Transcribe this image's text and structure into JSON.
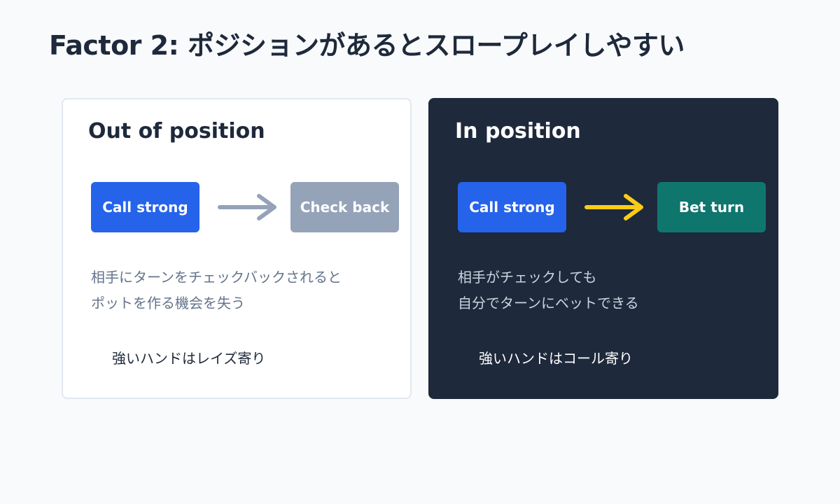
{
  "title": "Factor 2: ポジションがあるとスロープレイしやすい",
  "cards": {
    "oop": {
      "title": "Out of position",
      "from_label": "Call strong",
      "to_label": "Check back",
      "desc_line1": "相手にターンをチェックバックされると",
      "desc_line2": "ポットを作る機会を失う",
      "note": "強いハンドはレイズ寄り",
      "from_color": "#2563eb",
      "to_color": "#94a3b8",
      "arrow_color": "#94a3b8"
    },
    "ip": {
      "title": "In position",
      "from_label": "Call strong",
      "to_label": "Bet turn",
      "desc_line1": "相手がチェックしても",
      "desc_line2": "自分でターンにベットできる",
      "note": "強いハンドはコール寄り",
      "from_color": "#2563eb",
      "to_color": "#0f766e",
      "arrow_color": "#facc15"
    }
  }
}
